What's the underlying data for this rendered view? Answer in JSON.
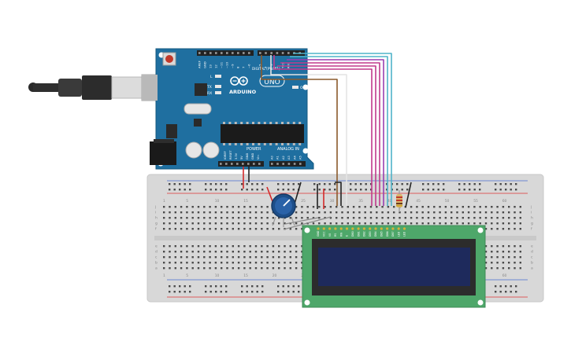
{
  "arduino": {
    "brand": "ARDUINO",
    "model": "UNO",
    "header_digital": "DIGITAL (PWM~)",
    "header_power": "POWER",
    "header_analog": "ANALOG IN",
    "label_on": "ON",
    "label_l": "L",
    "label_tx": "TX",
    "label_rx": "RX",
    "digital_pins": [
      "AREF",
      "GND",
      "13",
      "12",
      "~11",
      "~10",
      "~9",
      "8",
      "7",
      "~6",
      "~5",
      "4",
      "~3",
      "2",
      "TX1",
      "RX0"
    ],
    "power_pins": [
      "IOREF",
      "RESET",
      "3.3V",
      "5V",
      "GND",
      "GND",
      "Vin"
    ],
    "analog_pins": [
      "A0",
      "A1",
      "A2",
      "A3",
      "A4",
      "A5"
    ]
  },
  "breadboard": {
    "row_letters_top": [
      "j",
      "i",
      "h",
      "g",
      "f"
    ],
    "row_letters_bottom": [
      "e",
      "d",
      "c",
      "b",
      "a"
    ],
    "column_numbers": [
      "1",
      "5",
      "10",
      "15",
      "20",
      "25",
      "30",
      "35",
      "40",
      "45",
      "50",
      "55",
      "60"
    ]
  },
  "lcd": {
    "pin_labels": [
      "GND",
      "VCC",
      "V0",
      "RS",
      "RW",
      "E",
      "DB0",
      "DB1",
      "DB2",
      "DB3",
      "DB4",
      "DB5",
      "DB6",
      "DB7",
      "LED",
      "LED"
    ]
  },
  "colors": {
    "arduino_board": "#1f6fa0",
    "wire_cyan": "#4fb3c9",
    "wire_purple": "#9a3fb0",
    "wire_magenta": "#c03a8c",
    "wire_brown": "#8b5a2b",
    "wire_white": "#e8e8e8",
    "wire_red": "#d42a2a",
    "wire_black": "#222222",
    "lcd_pcb": "#4ea76a",
    "lcd_screen": "#1e2a5c"
  },
  "icons": {
    "usb": "usb-cable-icon",
    "potentiometer": "potentiometer-icon",
    "resistor": "resistor-icon",
    "reset": "reset-button-icon",
    "infinity_logo": "arduino-logo-icon"
  }
}
